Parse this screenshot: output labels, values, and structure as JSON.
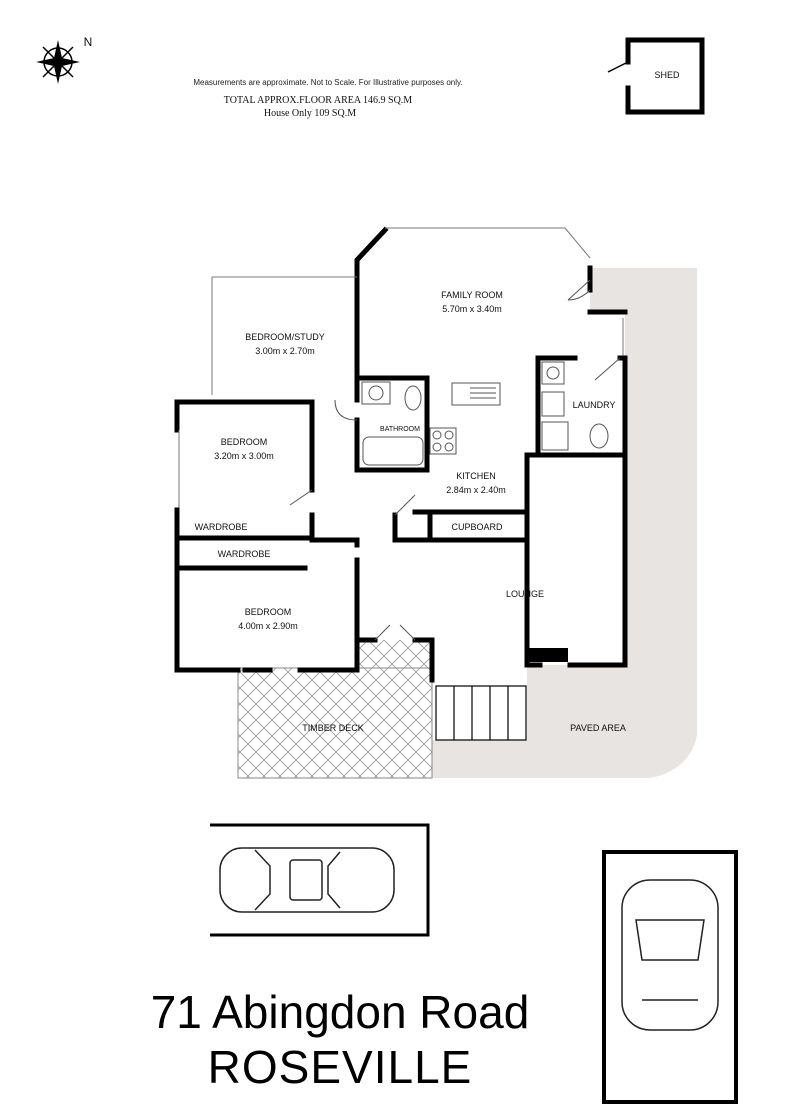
{
  "header": {
    "disclaimer": "Measurements are approximate. Not to Scale. For Illustrative purposes only.",
    "total_area": "TOTAL APPROX.FLOOR AREA 146.9 SQ.M",
    "house_area": "House Only 109 SQ.M",
    "compass_letter": "N"
  },
  "rooms": {
    "shed": "SHED",
    "family_room": {
      "name": "FAMILY ROOM",
      "size": "5.70m x 3.40m"
    },
    "bedroom_study": {
      "name": "BEDROOM/STUDY",
      "size": "3.00m x 2.70m"
    },
    "bedroom2": {
      "name": "BEDROOM",
      "size": "3.20m x 3.00m"
    },
    "bathroom": "BATHROOM",
    "laundry": "LAUNDRY",
    "kitchen": {
      "name": "KITCHEN",
      "size": "2.84m x 2.40m"
    },
    "cupboard": "CUPBOARD",
    "wardrobe1": "WARDROBE",
    "wardrobe2": "WARDROBE",
    "bedroom3": {
      "name": "BEDROOM",
      "size": "4.00m x 2.90m"
    },
    "lounge": "LOUNGE",
    "timber_deck": "TIMBER DECK",
    "paved_area": "PAVED AREA"
  },
  "address": {
    "line1": "71 Abingdon Road",
    "line2": "ROSEVILLE"
  },
  "colors": {
    "paved": "#e7e4e2",
    "wall": "#000000"
  }
}
